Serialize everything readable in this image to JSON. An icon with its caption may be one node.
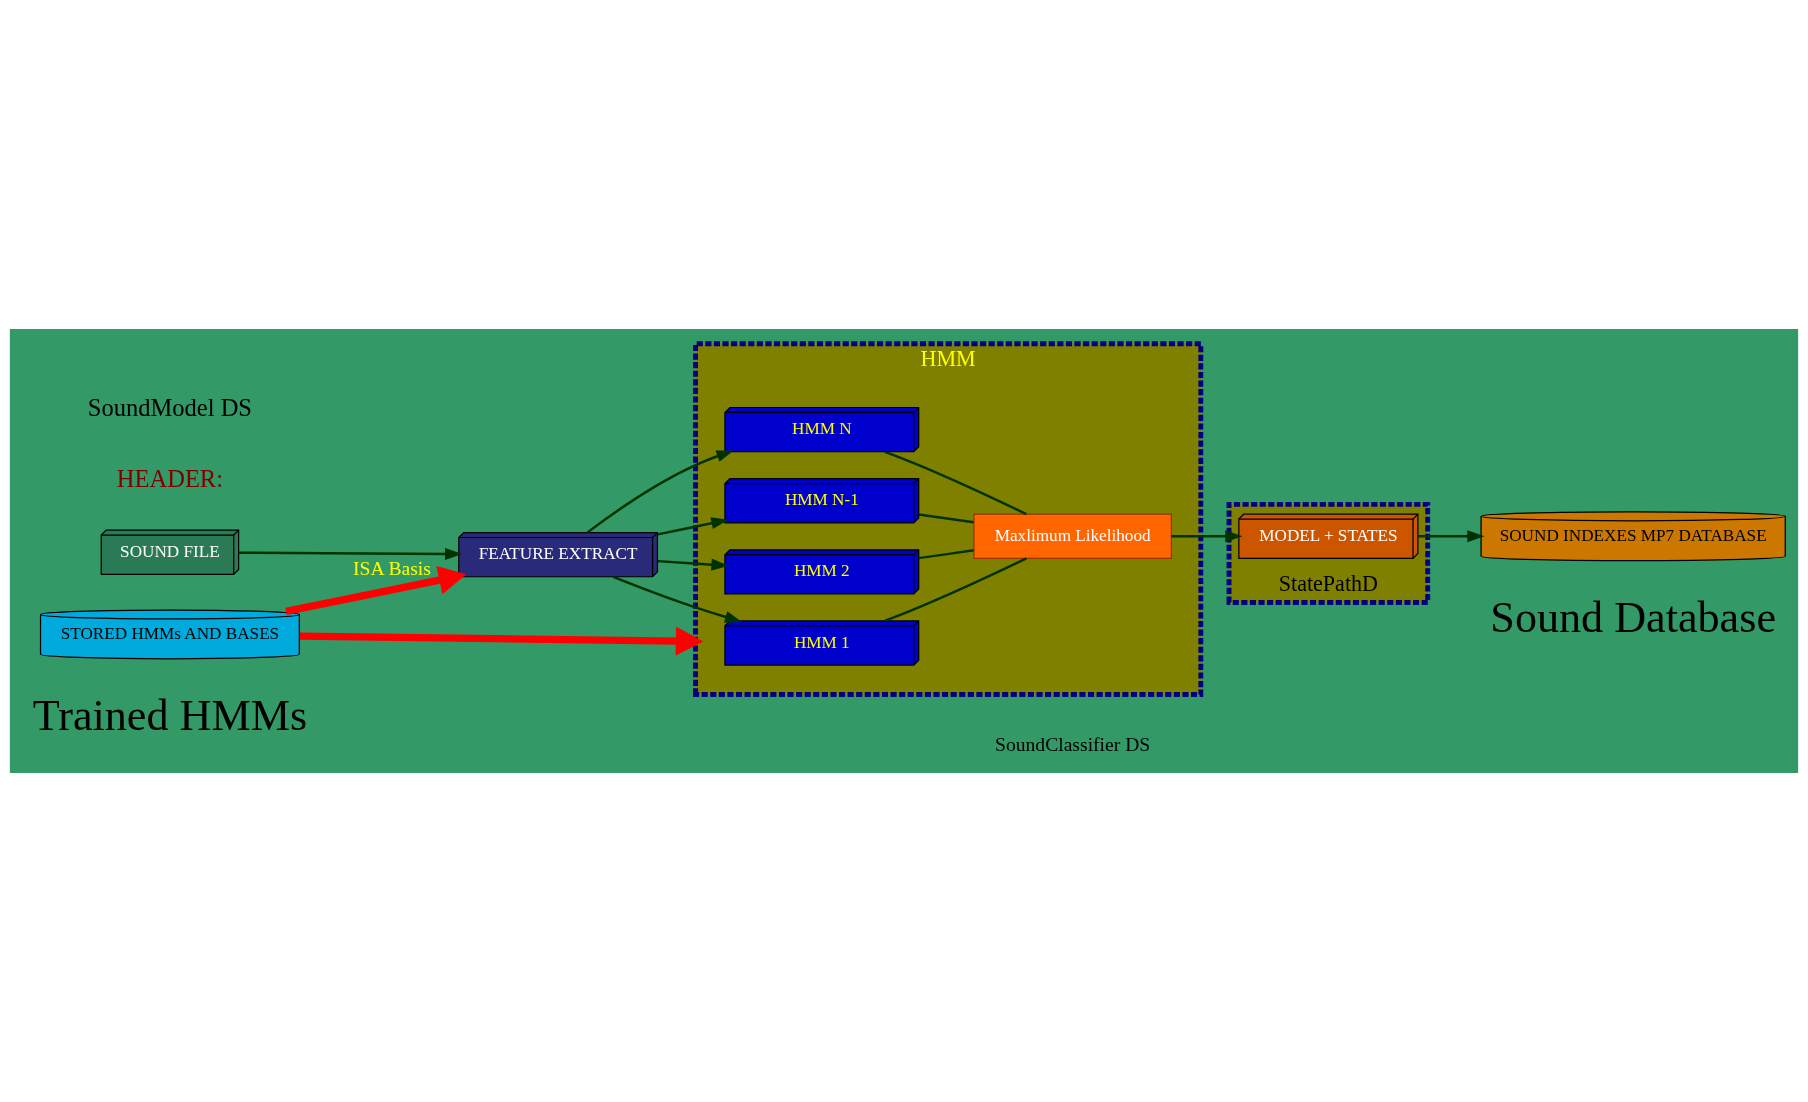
{
  "diagram": {
    "nodes": [
      {
        "text": [
          "SOUND FILE"
        ]
      },
      {
        "text": [
          "FEATURE EXTRACT"
        ]
      },
      {
        "text": [
          "STORED HMMs AND BASES"
        ],
        "beside": [
          "Trained HMMs"
        ]
      },
      {
        "text": [
          "HMM"
        ],
        "beside": [
          "SoundClassifier DS"
        ]
      },
      {
        "text": [
          "HMM 1"
        ],
        "in": 3
      },
      {
        "text": [
          "HMM 2"
        ],
        "in": 3
      },
      {
        "text": [
          "Maxlimum Likelihood"
        ],
        "in": 3
      },
      {
        "text": [
          "HMM N-1"
        ],
        "in": 3
      },
      {
        "text": [
          "HMM N"
        ],
        "in": 3
      },
      {
        "text": [
          "StatePathD"
        ]
      },
      {
        "text": [
          "MODEL + STATES"
        ],
        "in": 9
      },
      {
        "text": [
          "SOUND INDEXES MP7 DATABASE"
        ],
        "beside": [
          "Sound Database"
        ]
      }
    ],
    "edges": [
      {
        "from": 0,
        "to": 1,
        "arrow": "to"
      },
      {
        "from": 2,
        "to": 1,
        "arrow": "to",
        "label": "ISA Basis",
        "style": "thick",
        "color": "#ff0000"
      },
      {
        "from": 2,
        "to": 3,
        "arrow": "to",
        "style": "thick",
        "color": "#ff0000"
      },
      {
        "from": 1,
        "to": 4,
        "arrow": "to"
      },
      {
        "from": 1,
        "to": 5,
        "arrow": "to"
      },
      {
        "from": 1,
        "to": 7,
        "arrow": "to"
      },
      {
        "from": 1,
        "to": 8,
        "arrow": "to"
      },
      {
        "from": 4,
        "to": 6,
        "arrow": "none"
      },
      {
        "from": 5,
        "to": 6,
        "arrow": "none"
      },
      {
        "from": 7,
        "to": 6,
        "arrow": "none"
      },
      {
        "from": 8,
        "to": 6,
        "arrow": "none"
      },
      {
        "from": 6,
        "to": 10,
        "arrow": "to"
      },
      {
        "from": 10,
        "to": 11,
        "arrow": "to"
      }
    ],
    "labels": [
      "HEADER:",
      "SoundModel DS"
    ]
  }
}
